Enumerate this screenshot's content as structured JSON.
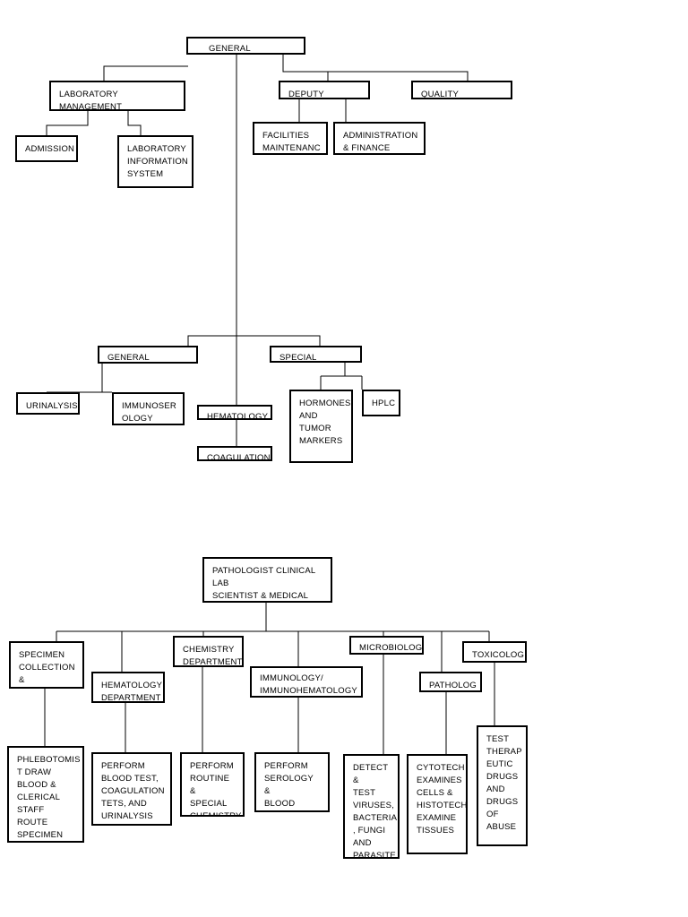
{
  "chart1": {
    "general_director": "GENERAL DIRECTOR",
    "lab_management": "LABORATORY MANAGEMENT\n& CLINICAL TRIALS",
    "deputy_director": "DEPUTY DIRECTOR",
    "quality_assurance": "QUALITY ASSURANCE",
    "admission": "ADMISSION",
    "lis": "LABORATORY\nINFORMATION\nSYSTEM",
    "facilities": "FACILITIES\nMAINTENANC",
    "admin_finance": "ADMINISTRATION\n& FINANCE",
    "general_chemistry": "GENERAL CHEMISTRY",
    "special": "SPECIAL",
    "urinalysis": "URINALYSIS",
    "immunoserology": "IMMUNOSER\nOLOGY",
    "hematology": "HEMATOLOGY",
    "coagulation": "COAGULATION",
    "hormones": "HORMONES\nAND\nTUMOR\nMARKERS",
    "hplc": "HPLC"
  },
  "chart2": {
    "root": "PATHOLOGIST CLINICAL LAB\nSCIENTIST & MEDICAL\nTECHNOLOGIST",
    "specimen": "SPECIMEN\nCOLLECTION &\nPROCESSING",
    "hematology_dept": "HEMATOLOGY\nDEPARTMENT",
    "chemistry_dept": "CHEMISTRY\nDEPARTMENT",
    "immunology": "IMMUNOLOGY/\nIMMUNOHEMATOLOGY",
    "microbiology": "MICROBIOLOG",
    "pathology": "PATHOLOG",
    "toxicology": "TOXICOLOG",
    "phlebotomist": "PHLEBOTOMIS\nT DRAW\nBLOOD &\nCLERICAL\nSTAFF ROUTE\nSPECIMEN TO\nDEPARTMENTS",
    "perform_blood": "PERFORM\nBLOOD TEST,\nCOAGULATION\nTETS, AND\nURINALYSIS",
    "perform_routine": "PERFORM\nROUTINE &\nSPECIAL\nCHEMISTRY",
    "perform_serology": "PERFORM\nSEROLOGY &\nBLOOD BANK\nTEST",
    "detect_test": "DETECT &\nTEST\nVIRUSES,\nBACTERIA\n, FUNGI\nAND\nPARASITE\nS",
    "cytotech": "CYTOTECH\nEXAMINES\nCELLS &\nHISTOTECH\nEXAMINE\nTISSUES",
    "test_therapeutic": "TEST\nTHERAP\nEUTIC\nDRUGS\nAND\nDRUGS\nOF\nABUSE"
  }
}
